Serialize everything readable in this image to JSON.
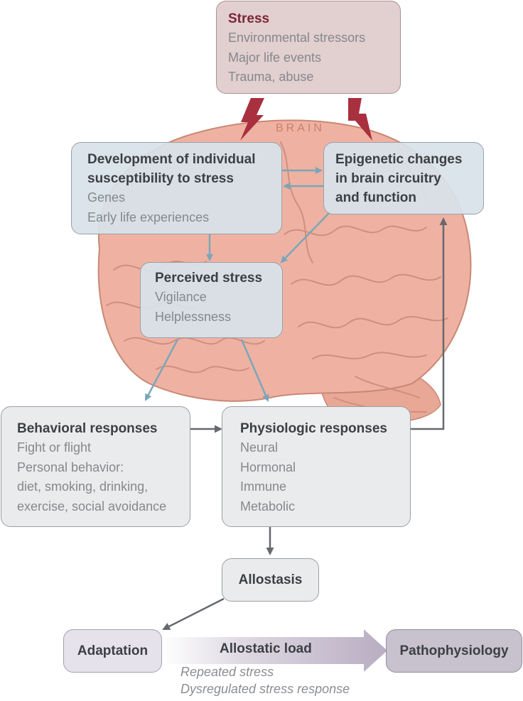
{
  "diagram": {
    "brain_label": "BRAIN",
    "stress": {
      "title": "Stress",
      "items": [
        "Environmental stressors",
        "Major life events",
        "Trauma, abuse"
      ]
    },
    "development": {
      "title_lines": [
        "Development of individual",
        "susceptibility to stress"
      ],
      "items": [
        "Genes",
        "Early life experiences"
      ]
    },
    "epigenetic": {
      "title_lines": [
        "Epigenetic changes",
        "in brain circuitry",
        "and function"
      ]
    },
    "perceived": {
      "title": "Perceived stress",
      "items": [
        "Vigilance",
        "Helplessness"
      ]
    },
    "behavioral": {
      "title": "Behavioral responses",
      "items": [
        "Fight or flight",
        "Personal behavior:",
        "diet, smoking, drinking,",
        "exercise, social avoidance"
      ]
    },
    "physiologic": {
      "title": "Physiologic responses",
      "items": [
        "Neural",
        "Hormonal",
        "Immune",
        "Metabolic"
      ]
    },
    "allostasis": "Allostasis",
    "adaptation": "Adaptation",
    "allostatic_load": {
      "label": "Allostatic load",
      "sublabels": [
        "Repeated stress",
        "Dysregulated stress response"
      ]
    },
    "pathophysiology": "Pathophysiology",
    "colors": {
      "stress_title": "#7b2634",
      "stress_box": "#e2cfd0",
      "blue_box": "#d8e2ea",
      "blue_arrow": "#7aa6ba",
      "gray_arrow": "#6b6e72",
      "lightning": "#a9303f",
      "brain": "#efb2a2"
    }
  }
}
